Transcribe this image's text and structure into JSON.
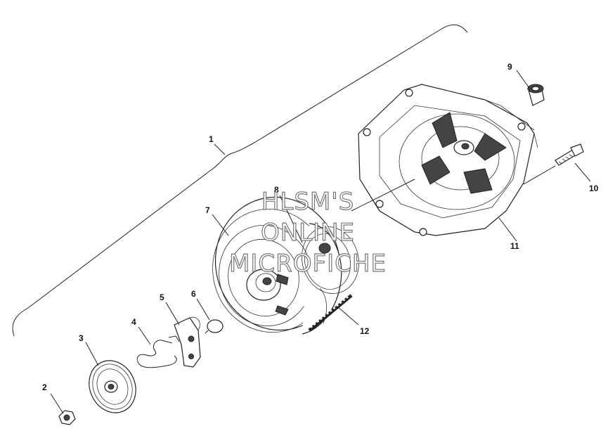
{
  "callouts": [
    {
      "id": "1",
      "label": "1"
    },
    {
      "id": "2",
      "label": "2"
    },
    {
      "id": "3",
      "label": "3"
    },
    {
      "id": "4",
      "label": "4"
    },
    {
      "id": "5",
      "label": "5"
    },
    {
      "id": "6",
      "label": "6"
    },
    {
      "id": "7",
      "label": "7"
    },
    {
      "id": "8",
      "label": "8"
    },
    {
      "id": "9",
      "label": "9"
    },
    {
      "id": "10",
      "label": "10"
    },
    {
      "id": "11",
      "label": "11"
    },
    {
      "id": "12",
      "label": "12"
    }
  ],
  "watermark": {
    "line1": "HLSM'S",
    "line2": "ONLINE",
    "line3": "MICROFICHE"
  }
}
